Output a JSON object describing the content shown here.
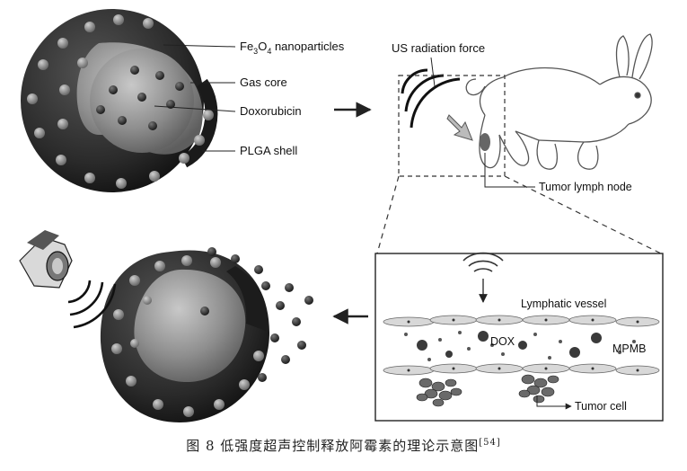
{
  "labels": {
    "fe3o4_prefix": "Fe",
    "fe3o4_sub1": "3",
    "fe3o4_mid": "O",
    "fe3o4_sub2": "4",
    "fe3o4_suffix": " nanoparticles",
    "gas_core": "Gas core",
    "doxorubicin": "Doxorubicin",
    "plga_shell": "PLGA shell",
    "us_force": "US radiation force",
    "tumor_lymph_node": "Tumor lymph node",
    "lymphatic_vessel": "Lymphatic vessel",
    "dox": "DOX",
    "mpmb": "MPMB",
    "tumor_cell": "Tumor cell"
  },
  "caption": {
    "text": "图 8 低强度超声控制释放阿霉素的理论示意图",
    "ref": "[54]"
  },
  "colors": {
    "shell_dark": "#2b2b2b",
    "core_gray": "#8a8a8a",
    "line": "#333333"
  }
}
